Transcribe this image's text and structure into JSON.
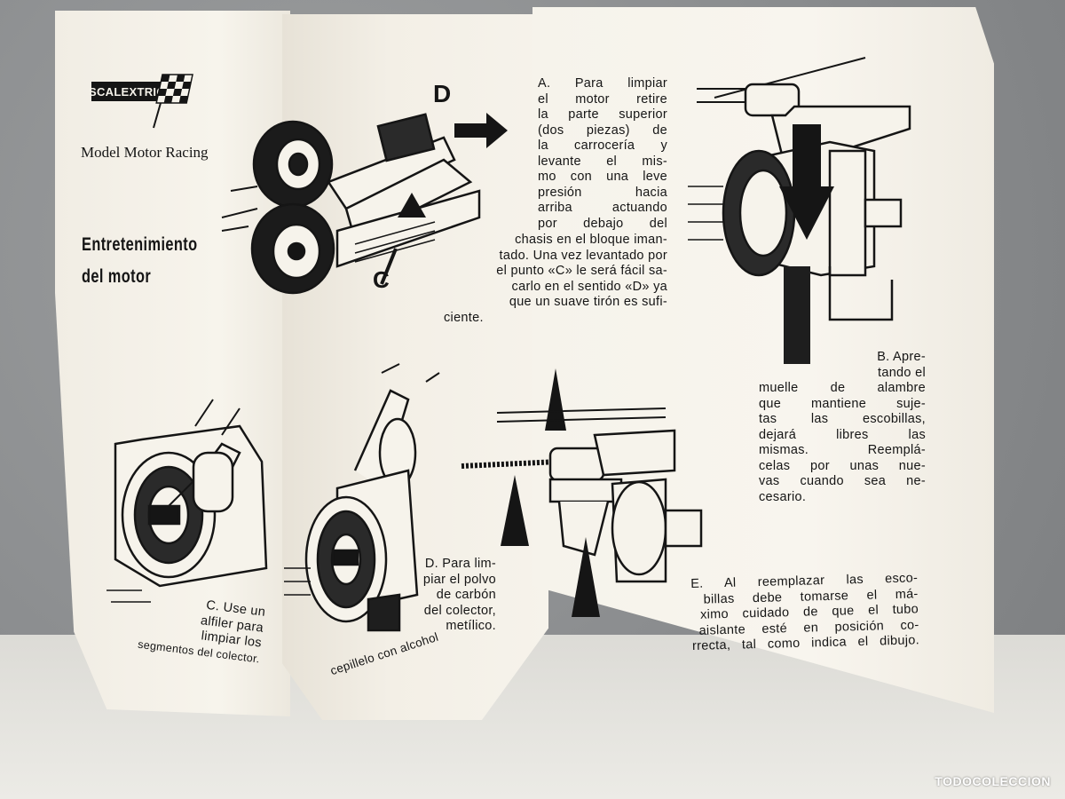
{
  "brand": {
    "logo_text": "SCALEXTRIC",
    "tagline": "Model Motor Racing"
  },
  "section_title": [
    "Entretenimiento",
    "del motor"
  ],
  "figure_labels": {
    "d": "D",
    "c": "C"
  },
  "steps": {
    "a": [
      "A. Para limpiar",
      "el motor retire",
      "la parte superior",
      "(dos piezas) de",
      "la carrocería y",
      "levante el mis-",
      "mo con una leve",
      "presión hacia",
      "arriba actuando",
      "por debajo del",
      "chasis en el bloque iman-",
      "tado. Una vez levantado por",
      "el punto «C» le será fácil sa-",
      "carlo en el sentido «D» ya",
      "que un suave tirón es sufi-",
      "ciente."
    ],
    "b": [
      "B. Apre-",
      "tando el",
      "muelle de alambre",
      "que mantiene suje-",
      "tas las escobillas,",
      "dejará libres las",
      "mismas. Reemplá-",
      "celas por unas nue-",
      "vas cuando sea ne-",
      "cesario."
    ],
    "c": [
      "C. Use un",
      "alfiler para",
      "limpiar los",
      "segmentos del colector."
    ],
    "d": [
      "D. Para lim-",
      "piar el polvo",
      "de carbón",
      "del colector,",
      "metílico.",
      "cepillelo con alcohol"
    ],
    "e": [
      "E. Al reemplazar las esco-",
      "billas debe tomarse el má-",
      "ximo cuidado de que el tubo",
      "aislante esté en posición co-",
      "rrecta, tal como indica el dibujo."
    ]
  },
  "watermark": "TODOCOLECCION",
  "colors": {
    "ink": "#151515",
    "paper": "#f6f3eb",
    "background": "#8e9092"
  }
}
